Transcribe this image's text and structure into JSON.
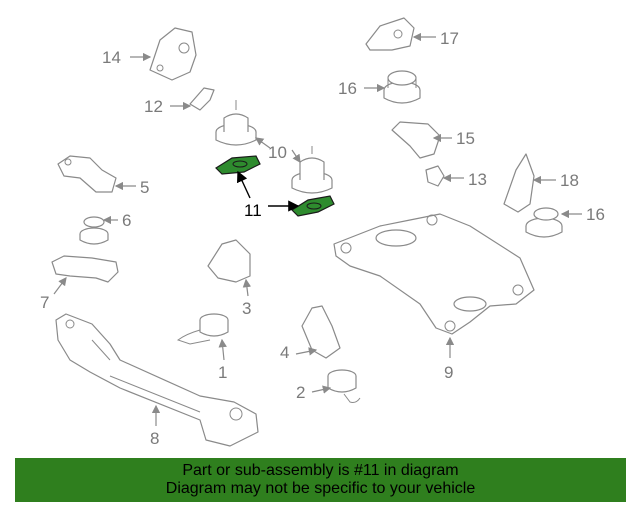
{
  "callouts": [
    "14",
    "17",
    "12",
    "16",
    "10",
    "15",
    "13",
    "5",
    "11",
    "18",
    "16",
    "6",
    "7",
    "3",
    "4",
    "1",
    "2",
    "9",
    "8"
  ],
  "highlight_part": "11",
  "banner": {
    "line1": "Part or sub-assembly is #11 in diagram",
    "line2": "Diagram may not be specific to your vehicle"
  },
  "colors": {
    "banner": "#2f7f1e",
    "highlight": "#2e8b2e",
    "linework": "#8a8a8a"
  }
}
